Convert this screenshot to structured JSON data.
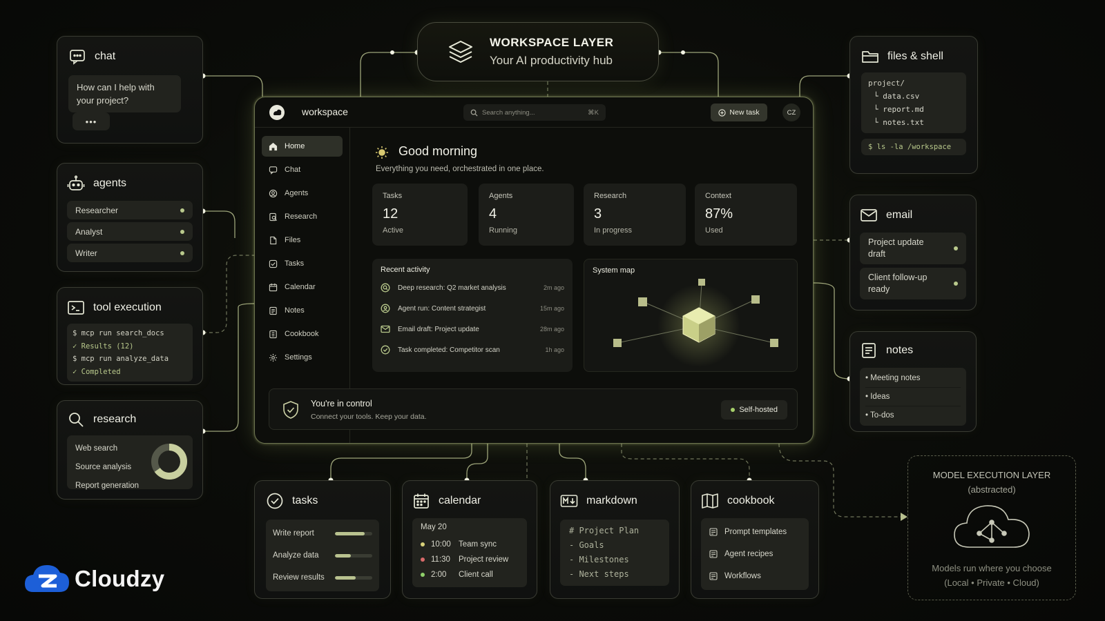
{
  "header": {
    "title": "WORKSPACE LAYER",
    "subtitle": "Your AI productivity hub"
  },
  "chat": {
    "title": "chat",
    "message": "How can I help with your project?",
    "typing": "•••"
  },
  "agents": {
    "title": "agents",
    "items": [
      {
        "label": "Researcher"
      },
      {
        "label": "Analyst"
      },
      {
        "label": "Writer"
      }
    ]
  },
  "tool_execution": {
    "title": "tool execution",
    "lines": [
      {
        "text": "$ mcp run search_docs",
        "kind": "cmd"
      },
      {
        "text": "✓ Results (12)",
        "kind": "ok"
      },
      {
        "text": "$ mcp run analyze_data",
        "kind": "cmd"
      },
      {
        "text": "✓ Completed",
        "kind": "ok"
      }
    ]
  },
  "research": {
    "title": "research",
    "items": [
      "Web search",
      "Source analysis",
      "Report generation"
    ]
  },
  "files": {
    "title": "files & shell",
    "tree": [
      "project/",
      "└ data.csv",
      "└ report.md",
      "└ notes.txt"
    ],
    "command": "$ ls -la /workspace"
  },
  "email": {
    "title": "email",
    "items": [
      {
        "label": "Project update draft"
      },
      {
        "label": "Client follow-up ready"
      }
    ]
  },
  "notes": {
    "title": "notes",
    "items": [
      "Meeting notes",
      "Ideas",
      "To-dos"
    ]
  },
  "workspace": {
    "brand": "workspace",
    "search_placeholder": "Search anything...",
    "search_shortcut": "⌘K",
    "new_task": "New task",
    "avatar": "CZ",
    "sidebar": [
      {
        "label": "Home",
        "icon": "home-icon"
      },
      {
        "label": "Chat",
        "icon": "chat-icon"
      },
      {
        "label": "Agents",
        "icon": "agent-icon"
      },
      {
        "label": "Research",
        "icon": "research-icon"
      },
      {
        "label": "Files",
        "icon": "file-icon"
      },
      {
        "label": "Tasks",
        "icon": "check-icon"
      },
      {
        "label": "Calendar",
        "icon": "calendar-icon"
      },
      {
        "label": "Notes",
        "icon": "notes-icon"
      },
      {
        "label": "Cookbook",
        "icon": "cookbook-icon"
      },
      {
        "label": "Settings",
        "icon": "gear-icon"
      }
    ],
    "greeting": "Good morning",
    "tagline": "Everything you need, orchestrated in one place.",
    "stats": [
      {
        "label": "Tasks",
        "value": "12",
        "sub": "Active"
      },
      {
        "label": "Agents",
        "value": "4",
        "sub": "Running"
      },
      {
        "label": "Research",
        "value": "3",
        "sub": "In progress"
      },
      {
        "label": "Context",
        "value": "87%",
        "sub": "Used"
      }
    ],
    "activity": {
      "title": "Recent activity",
      "items": [
        {
          "text": "Deep research: Q2 market analysis",
          "time": "2m ago"
        },
        {
          "text": "Agent run: Content strategist",
          "time": "15m ago"
        },
        {
          "text": "Email draft: Project update",
          "time": "28m ago"
        },
        {
          "text": "Task completed: Competitor scan",
          "time": "1h ago"
        }
      ]
    },
    "system_map": {
      "title": "System map"
    },
    "control": {
      "title": "You're in control",
      "subtitle": "Connect your tools. Keep your data.",
      "badge": "Self-hosted"
    }
  },
  "tasks": {
    "title": "tasks",
    "items": [
      {
        "label": "Write report",
        "progress": 0.8
      },
      {
        "label": "Analyze data",
        "progress": 0.42
      },
      {
        "label": "Review results",
        "progress": 0.55
      }
    ]
  },
  "calendar": {
    "title": "calendar",
    "date": "May 20",
    "events": [
      {
        "time": "10:00",
        "label": "Team sync",
        "color": "#d8d27a"
      },
      {
        "time": "11:30",
        "label": "Project review",
        "color": "#d86a6a"
      },
      {
        "time": "2:00",
        "label": "Client call",
        "color": "#8fd06a"
      }
    ]
  },
  "markdown": {
    "title": "markdown",
    "lines": [
      "# Project Plan",
      "- Goals",
      "- Milestones",
      "- Next steps"
    ]
  },
  "cookbook": {
    "title": "cookbook",
    "items": [
      "Prompt templates",
      "Agent recipes",
      "Workflows"
    ]
  },
  "model_layer": {
    "title": "MODEL EXECUTION LAYER",
    "subtitle": "(abstracted)",
    "caption": "Models run where you choose",
    "options": "(Local • Private • Cloud)"
  },
  "brand": {
    "name": "Cloudzy"
  },
  "colors": {
    "accent": "#b9c98c",
    "glow": "#d9e6a0",
    "background": "#0b0c09",
    "brand_blue": "#2f7cf6"
  }
}
